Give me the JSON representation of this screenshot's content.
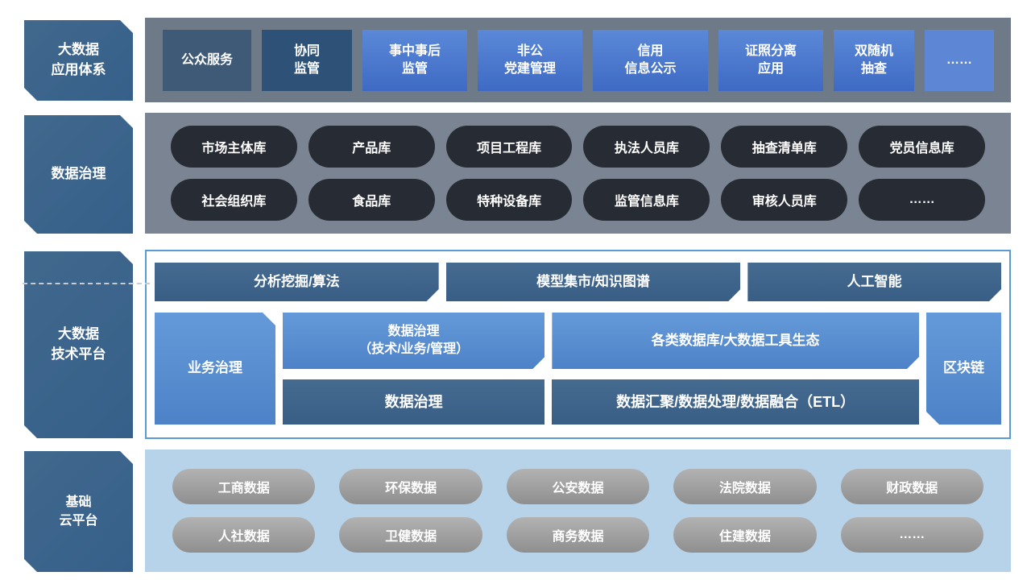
{
  "application": {
    "label": "大数据\n应用体系",
    "items": [
      "公众服务",
      "协同\n监管",
      "事中事后\n监管",
      "非公\n党建管理",
      "信用\n信息公示",
      "证照分离\n应用",
      "双随机\n抽查",
      "……"
    ]
  },
  "governance": {
    "label": "数据治理",
    "row1": [
      "市场主体库",
      "产品库",
      "项目工程库",
      "执法人员库",
      "抽查清单库",
      "党员信息库"
    ],
    "row2": [
      "社会组织库",
      "食品库",
      "特种设备库",
      "监管信息库",
      "审核人员库",
      "……"
    ]
  },
  "platform": {
    "label": "大数据\n技术平台",
    "top_blocks": [
      "分析挖掘/算法",
      "模型集市/知识图谱",
      "人工智能"
    ],
    "left_block": "业务治理",
    "mid_block_1": "数据治理\n（技术/业务/管理）",
    "mid_block_2": "各类数据库/大数据工具生态",
    "right_block": "区块链",
    "bottom_block_1": "数据治理",
    "bottom_block_2": "数据汇聚/数据处理/数据融合（ETL）"
  },
  "cloud": {
    "label": "基础\n云平台",
    "row1": [
      "工商数据",
      "环保数据",
      "公安数据",
      "法院数据",
      "财政数据"
    ],
    "row2": [
      "人社数据",
      "卫健数据",
      "商务数据",
      "住建数据",
      "……"
    ]
  },
  "colors": {
    "layer_label_bg": "#3b6287",
    "application_panel_bg": "#6f7a88",
    "governance_panel_bg": "#7b8492",
    "platform_panel_border": "#5b9bd5",
    "cloud_panel_bg": "#b6d3e9",
    "dark_block": "#3d6289",
    "blue_block": "#5b8fd0",
    "dark_pill": "#272b33",
    "gray_pill": "#9b9b9b",
    "app_button_blue": "#4a76cd",
    "app_button_dark": "#3e5a76"
  }
}
